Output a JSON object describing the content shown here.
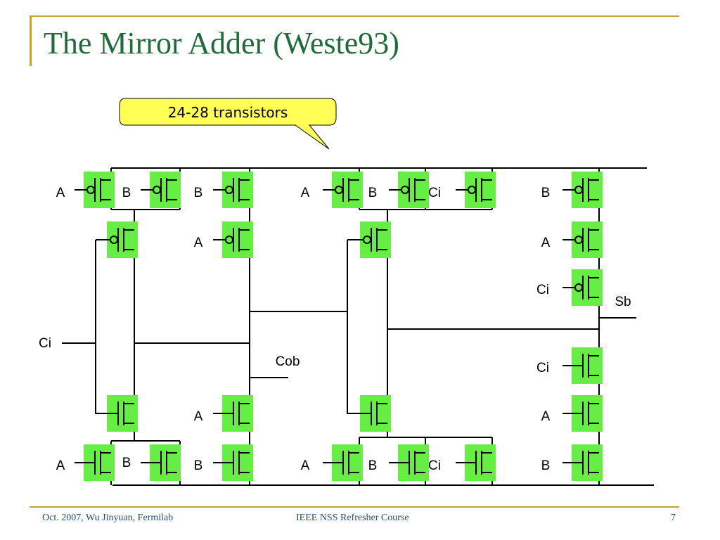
{
  "slide": {
    "title": "The Mirror Adder (Weste93)",
    "callout": "24-28 transistors",
    "footer": {
      "left": "Oct. 2007, Wu Jinyuan, Fermilab",
      "center": "IEEE NSS Refresher Course",
      "page": "7"
    },
    "colors": {
      "title": "#1f6b3a",
      "accent": "#c9a227",
      "transistor_fill": "#66ee44",
      "callout_fill": "#ffff55",
      "footer_text": "#1f4f7a"
    }
  },
  "schematic": {
    "pmos_labels": [
      "A",
      "B",
      "B",
      "A",
      "A",
      "B",
      "Ci",
      "B",
      "A",
      "Ci"
    ],
    "nmos_labels": [
      "A",
      "B",
      "B",
      "A",
      "A",
      "B",
      "Ci",
      "B",
      "A",
      "Ci"
    ],
    "input_label": "Ci",
    "outputs": {
      "carry": "Cob",
      "sum": "Sb"
    }
  }
}
